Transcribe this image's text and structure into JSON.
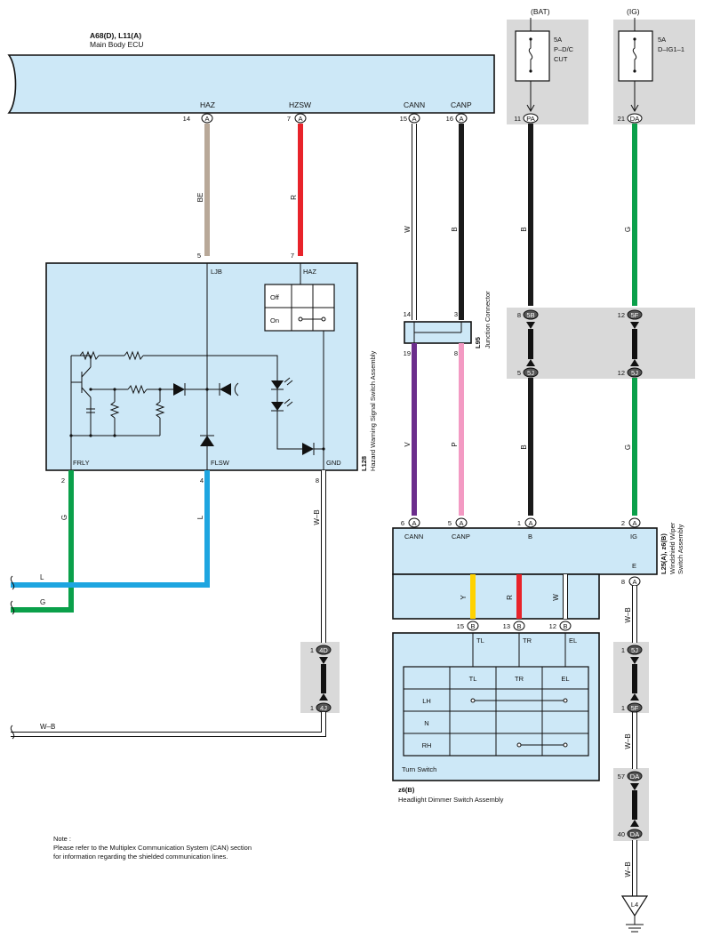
{
  "components": {
    "ecu": {
      "title": "A68(D), L11(A)",
      "subtitle": "Main Body ECU",
      "pins": {
        "haz": {
          "name": "HAZ",
          "num": "14",
          "conn": "A"
        },
        "hzsw": {
          "name": "HZSW",
          "num": "7",
          "conn": "A"
        },
        "cann": {
          "name": "CANN",
          "num": "15",
          "conn": "A"
        },
        "canp": {
          "name": "CANP",
          "num": "16",
          "conn": "A"
        }
      }
    },
    "hazard_switch": {
      "code": "L128",
      "name": "Hazard Warning Signal Switch Assembly",
      "pins": {
        "ljb": {
          "name": "LJB",
          "num": "5"
        },
        "haz": {
          "name": "HAZ",
          "num": "7"
        },
        "frly": {
          "name": "FRLY",
          "num": "2"
        },
        "flsw": {
          "name": "FLSW",
          "num": "4"
        },
        "gnd": {
          "name": "GND",
          "num": "8"
        }
      },
      "switch_off": "Off",
      "switch_on": "On"
    },
    "junction": {
      "code": "L95",
      "name": "Junction Connector",
      "pins": {
        "p14": "14",
        "p3": "3",
        "p19": "19",
        "p8": "8"
      }
    },
    "fuse_bat": {
      "source": "(BAT)",
      "rating": "5A",
      "name1": "P–D/C",
      "name2": "CUT",
      "pin": "11",
      "conn": "PA"
    },
    "fuse_ig": {
      "source": "(IG)",
      "rating": "5A",
      "name1": "D–IG1–1",
      "pin": "21",
      "conn": "DA"
    },
    "wiper_switch": {
      "code": "L25(A), z6(B)",
      "name1": "Windshield Wiper",
      "name2": "Switch Assembly",
      "pins": {
        "cann": {
          "name": "CANN",
          "num": "6",
          "conn": "A"
        },
        "canp": {
          "name": "CANP",
          "num": "5",
          "conn": "A"
        },
        "b": {
          "name": "B",
          "num": "1",
          "conn": "A"
        },
        "ig": {
          "name": "IG",
          "num": "2",
          "conn": "A"
        },
        "e": {
          "name": "E",
          "num": "8",
          "conn": "A"
        },
        "tl": {
          "name": "TL",
          "num": "15",
          "conn": "B"
        },
        "tr": {
          "name": "TR",
          "num": "13",
          "conn": "B"
        },
        "el": {
          "name": "EL",
          "num": "12",
          "conn": "B"
        }
      }
    },
    "dimmer_switch": {
      "code": "z6(B)",
      "name": "Headlight Dimmer Switch Assembly",
      "inner": "Turn Switch",
      "table": {
        "cols": [
          "TL",
          "TR",
          "EL"
        ],
        "rows": [
          "LH",
          "N",
          "RH"
        ]
      }
    },
    "ground": {
      "code": "L4"
    }
  },
  "inline_connectors": {
    "c5b": {
      "num": "8",
      "conn": "5B"
    },
    "c5j_a": {
      "num": "5",
      "conn": "5J"
    },
    "c5f_a": {
      "num": "12",
      "conn": "5F"
    },
    "c5j_b": {
      "num": "12",
      "conn": "5J"
    },
    "c4d": {
      "num": "1",
      "conn": "4D"
    },
    "c4j": {
      "num": "1",
      "conn": "4J"
    },
    "c5j_c": {
      "num": "1",
      "conn": "5J"
    },
    "c5f_b": {
      "num": "1",
      "conn": "5F"
    },
    "c57": {
      "num": "57",
      "conn": "DA"
    },
    "c40": {
      "num": "40",
      "conn": "DA"
    }
  },
  "wires": {
    "be": {
      "code": "BE",
      "color": "#b8a898"
    },
    "r": {
      "code": "R",
      "color": "#e8232a"
    },
    "w": {
      "code": "W",
      "color": "#ffffff"
    },
    "b": {
      "code": "B",
      "color": "#1a1a1a"
    },
    "g": {
      "code": "G",
      "color": "#0aa04a"
    },
    "v": {
      "code": "V",
      "color": "#6b2d8c"
    },
    "p": {
      "code": "P",
      "color": "#f39ac3"
    },
    "l": {
      "code": "L",
      "color": "#1ea5e0"
    },
    "y": {
      "code": "Y",
      "color": "#ffd200"
    },
    "wb": {
      "code": "W–B",
      "color": "#ffffff"
    }
  },
  "note": {
    "line1": "Note :",
    "line2": "Please refer to the Multiplex Communication System (CAN) section",
    "line3": "for information regarding the shielded communication lines."
  }
}
